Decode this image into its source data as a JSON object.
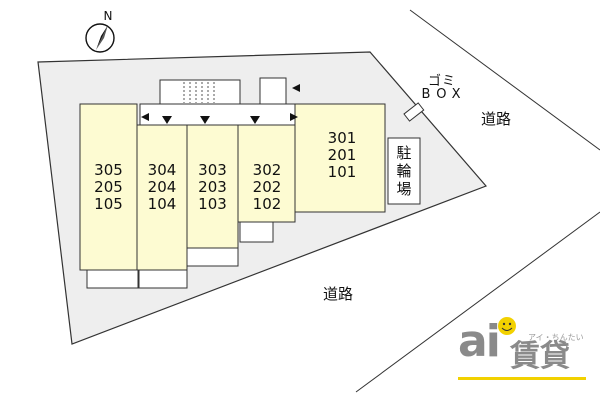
{
  "compass": {
    "north_label": "N"
  },
  "units": {
    "col1": [
      "305",
      "205",
      "105"
    ],
    "col2": [
      "304",
      "204",
      "104"
    ],
    "col3": [
      "303",
      "203",
      "103"
    ],
    "col4": [
      "302",
      "202",
      "102"
    ],
    "col5": [
      "301",
      "201",
      "101"
    ]
  },
  "parking": {
    "label": "駐輪場"
  },
  "garbage": {
    "line1": "ゴミ",
    "line2": "BOX"
  },
  "roads": {
    "east": "道路",
    "south": "道路"
  },
  "logo": {
    "ai": "ai",
    "chintai": "賃貸",
    "kana": "アイ・ちんたい"
  },
  "colors": {
    "building": "#fdfbd2",
    "site": "#eeeeee",
    "logo": "#8a8a8a",
    "logo_accent": "#f2d100"
  }
}
